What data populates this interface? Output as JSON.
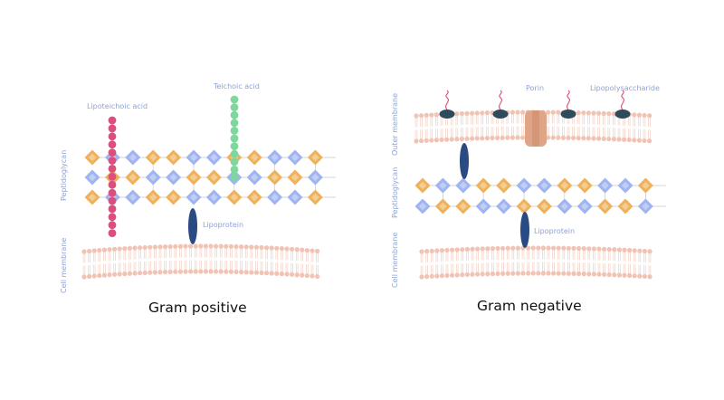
{
  "colors": {
    "lipid_head": "#f0c3b5",
    "lipid_tail": "#f3d4c9",
    "diamond_orange": "#efb25b",
    "diamond_blue": "#9fb4f0",
    "lipoteichoic": "#d94f7e",
    "teichoic": "#7ed79d",
    "lipoprotein": "#2a4a83",
    "lps_body": "#2d4b5b",
    "lps_chain": "#d94f7e",
    "porin": "#e0a586",
    "label": "#8fa2d4",
    "title": "#111111"
  },
  "gram_positive": {
    "title": "Gram positive",
    "labels": {
      "lipoteichoic_acid": "Lipoteichoic acid",
      "teichoic_acid": "Teichoic acid",
      "lipoprotein": "Lipoprotein",
      "peptidoglycan": "Peptidoglycan",
      "cell_membrane": "Cell membrane"
    }
  },
  "gram_negative": {
    "title": "Gram negative",
    "labels": {
      "porin": "Porin",
      "lipopolysaccharide": "Lipopolysaccharide",
      "lipoprotein": "Lipoprotein",
      "outer_membrane": "Outer membrane",
      "peptidoglycan": "Peptidoglycan",
      "cell_membrane": "Cell membrane"
    }
  }
}
